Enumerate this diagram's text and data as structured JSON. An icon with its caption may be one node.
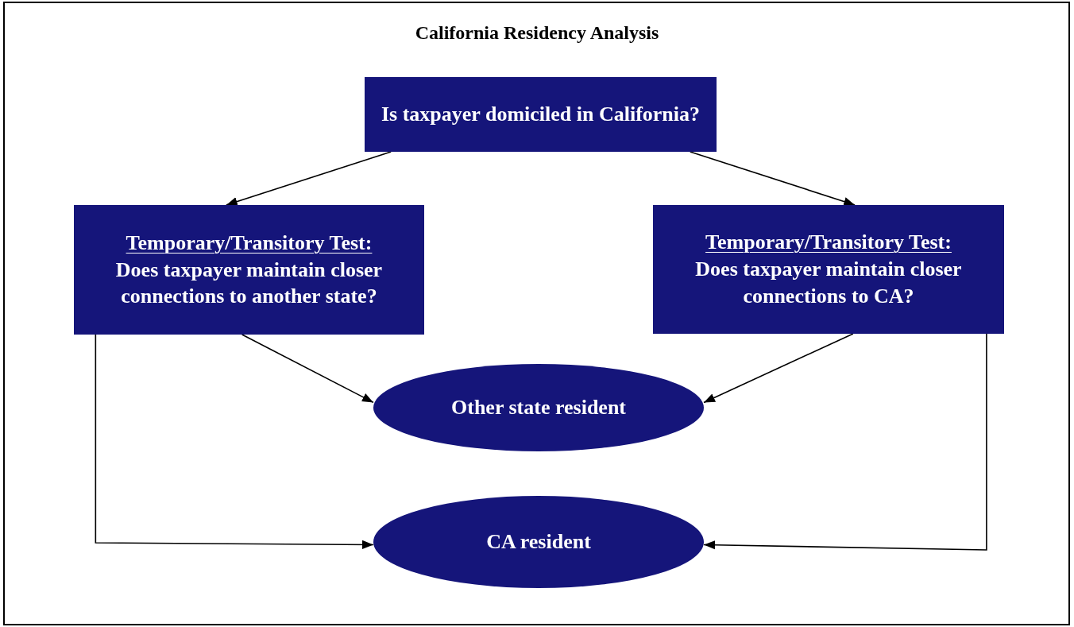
{
  "diagram": {
    "title": "California Residency Analysis",
    "nodes": [
      {
        "text": [
          "Is taxpayer domiciled in California?"
        ]
      },
      {
        "text": [
          "Temporary/Transitory Test:",
          "Does taxpayer maintain closer connections to another state?"
        ]
      },
      {
        "text": [
          "Temporary/Transitory Test:",
          "Does taxpayer maintain closer connections to CA?"
        ]
      },
      {
        "text": [
          "Other state resident"
        ]
      },
      {
        "text": [
          "CA resident"
        ]
      }
    ],
    "edges": [
      {
        "from": 0,
        "to": 1,
        "arrow": "to"
      },
      {
        "from": 0,
        "to": 2,
        "arrow": "to"
      },
      {
        "from": 1,
        "to": 3,
        "arrow": "to"
      },
      {
        "from": 2,
        "to": 3,
        "arrow": "to"
      },
      {
        "from": 1,
        "to": 4,
        "arrow": "to"
      },
      {
        "from": 2,
        "to": 4,
        "arrow": "to"
      }
    ]
  }
}
